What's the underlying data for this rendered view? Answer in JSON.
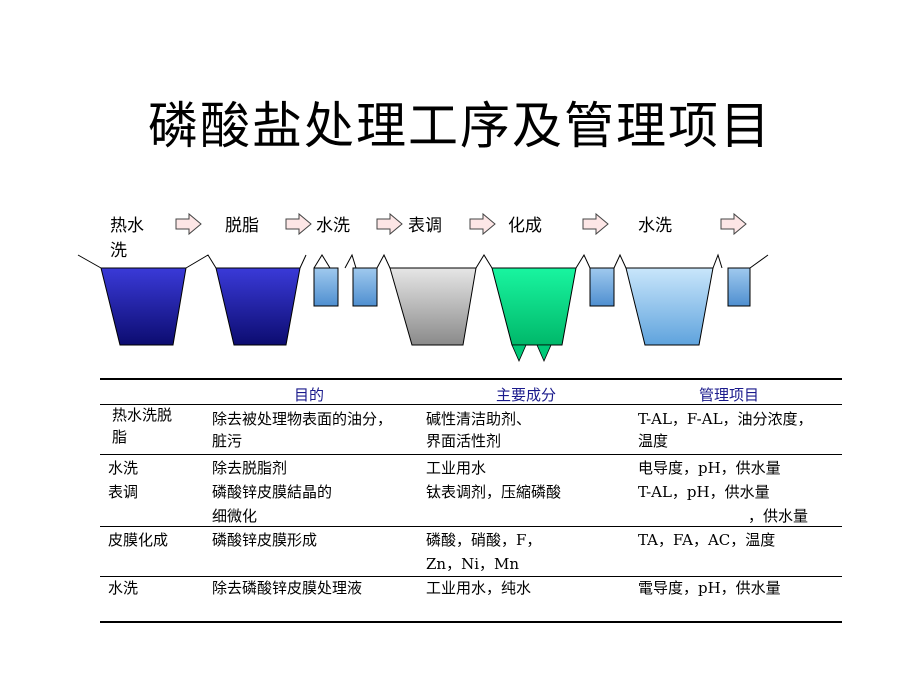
{
  "title": "磷酸盐处理工序及管理项目",
  "process_steps": [
    {
      "line1": "热水",
      "line2": "洗"
    },
    {
      "line1": "脱脂",
      "line2": ""
    },
    {
      "line1": "水洗",
      "line2": ""
    },
    {
      "line1": "表调",
      "line2": ""
    },
    {
      "line1": "化成",
      "line2": ""
    },
    {
      "line1": "水洗",
      "line2": ""
    }
  ],
  "tank_colors": {
    "hot_wash": "#1f1fa8",
    "degrease": "#1f1fa8",
    "rinse": "#7fb2e5",
    "surface_adjust": "#aaaaaa",
    "conversion": "#00e38a",
    "final_rinse": "#9ccdf5"
  },
  "table": {
    "headers": [
      "目的",
      "主要成分",
      "管理项目"
    ],
    "rows": [
      {
        "step": [
          "热水洗脱",
          "脂"
        ],
        "purpose": [
          "除去被处理物表面的油分，",
          "脏污"
        ],
        "components": [
          "碱性清洁助剂、",
          "界面活性剂"
        ],
        "management": [
          "T-AL，F-AL，油分浓度，",
          "温度"
        ]
      },
      {
        "step": [
          "水洗",
          "表调"
        ],
        "purpose": [
          "除去脱脂剂",
          "磷酸锌皮膜結晶的",
          "细微化"
        ],
        "components": [
          "工业用水",
          "钛表调剂，压縮磷酸"
        ],
        "management": [
          "电导度，pH，供水量",
          "T-AL，pH，供水量",
          "，供水量"
        ]
      },
      {
        "step": [
          "皮膜化成"
        ],
        "purpose": [
          "磷酸锌皮膜形成"
        ],
        "components": [
          "磷酸，硝酸，F，",
          "Zn，Ni，Mn"
        ],
        "management": [
          "TA，FA，AC，温度"
        ]
      },
      {
        "step": [
          "水洗"
        ],
        "purpose": [
          "除去磷酸锌皮膜处理液"
        ],
        "components": [
          "工业用水，纯水"
        ],
        "management": [
          "電导度，pH，供水量"
        ]
      }
    ]
  }
}
